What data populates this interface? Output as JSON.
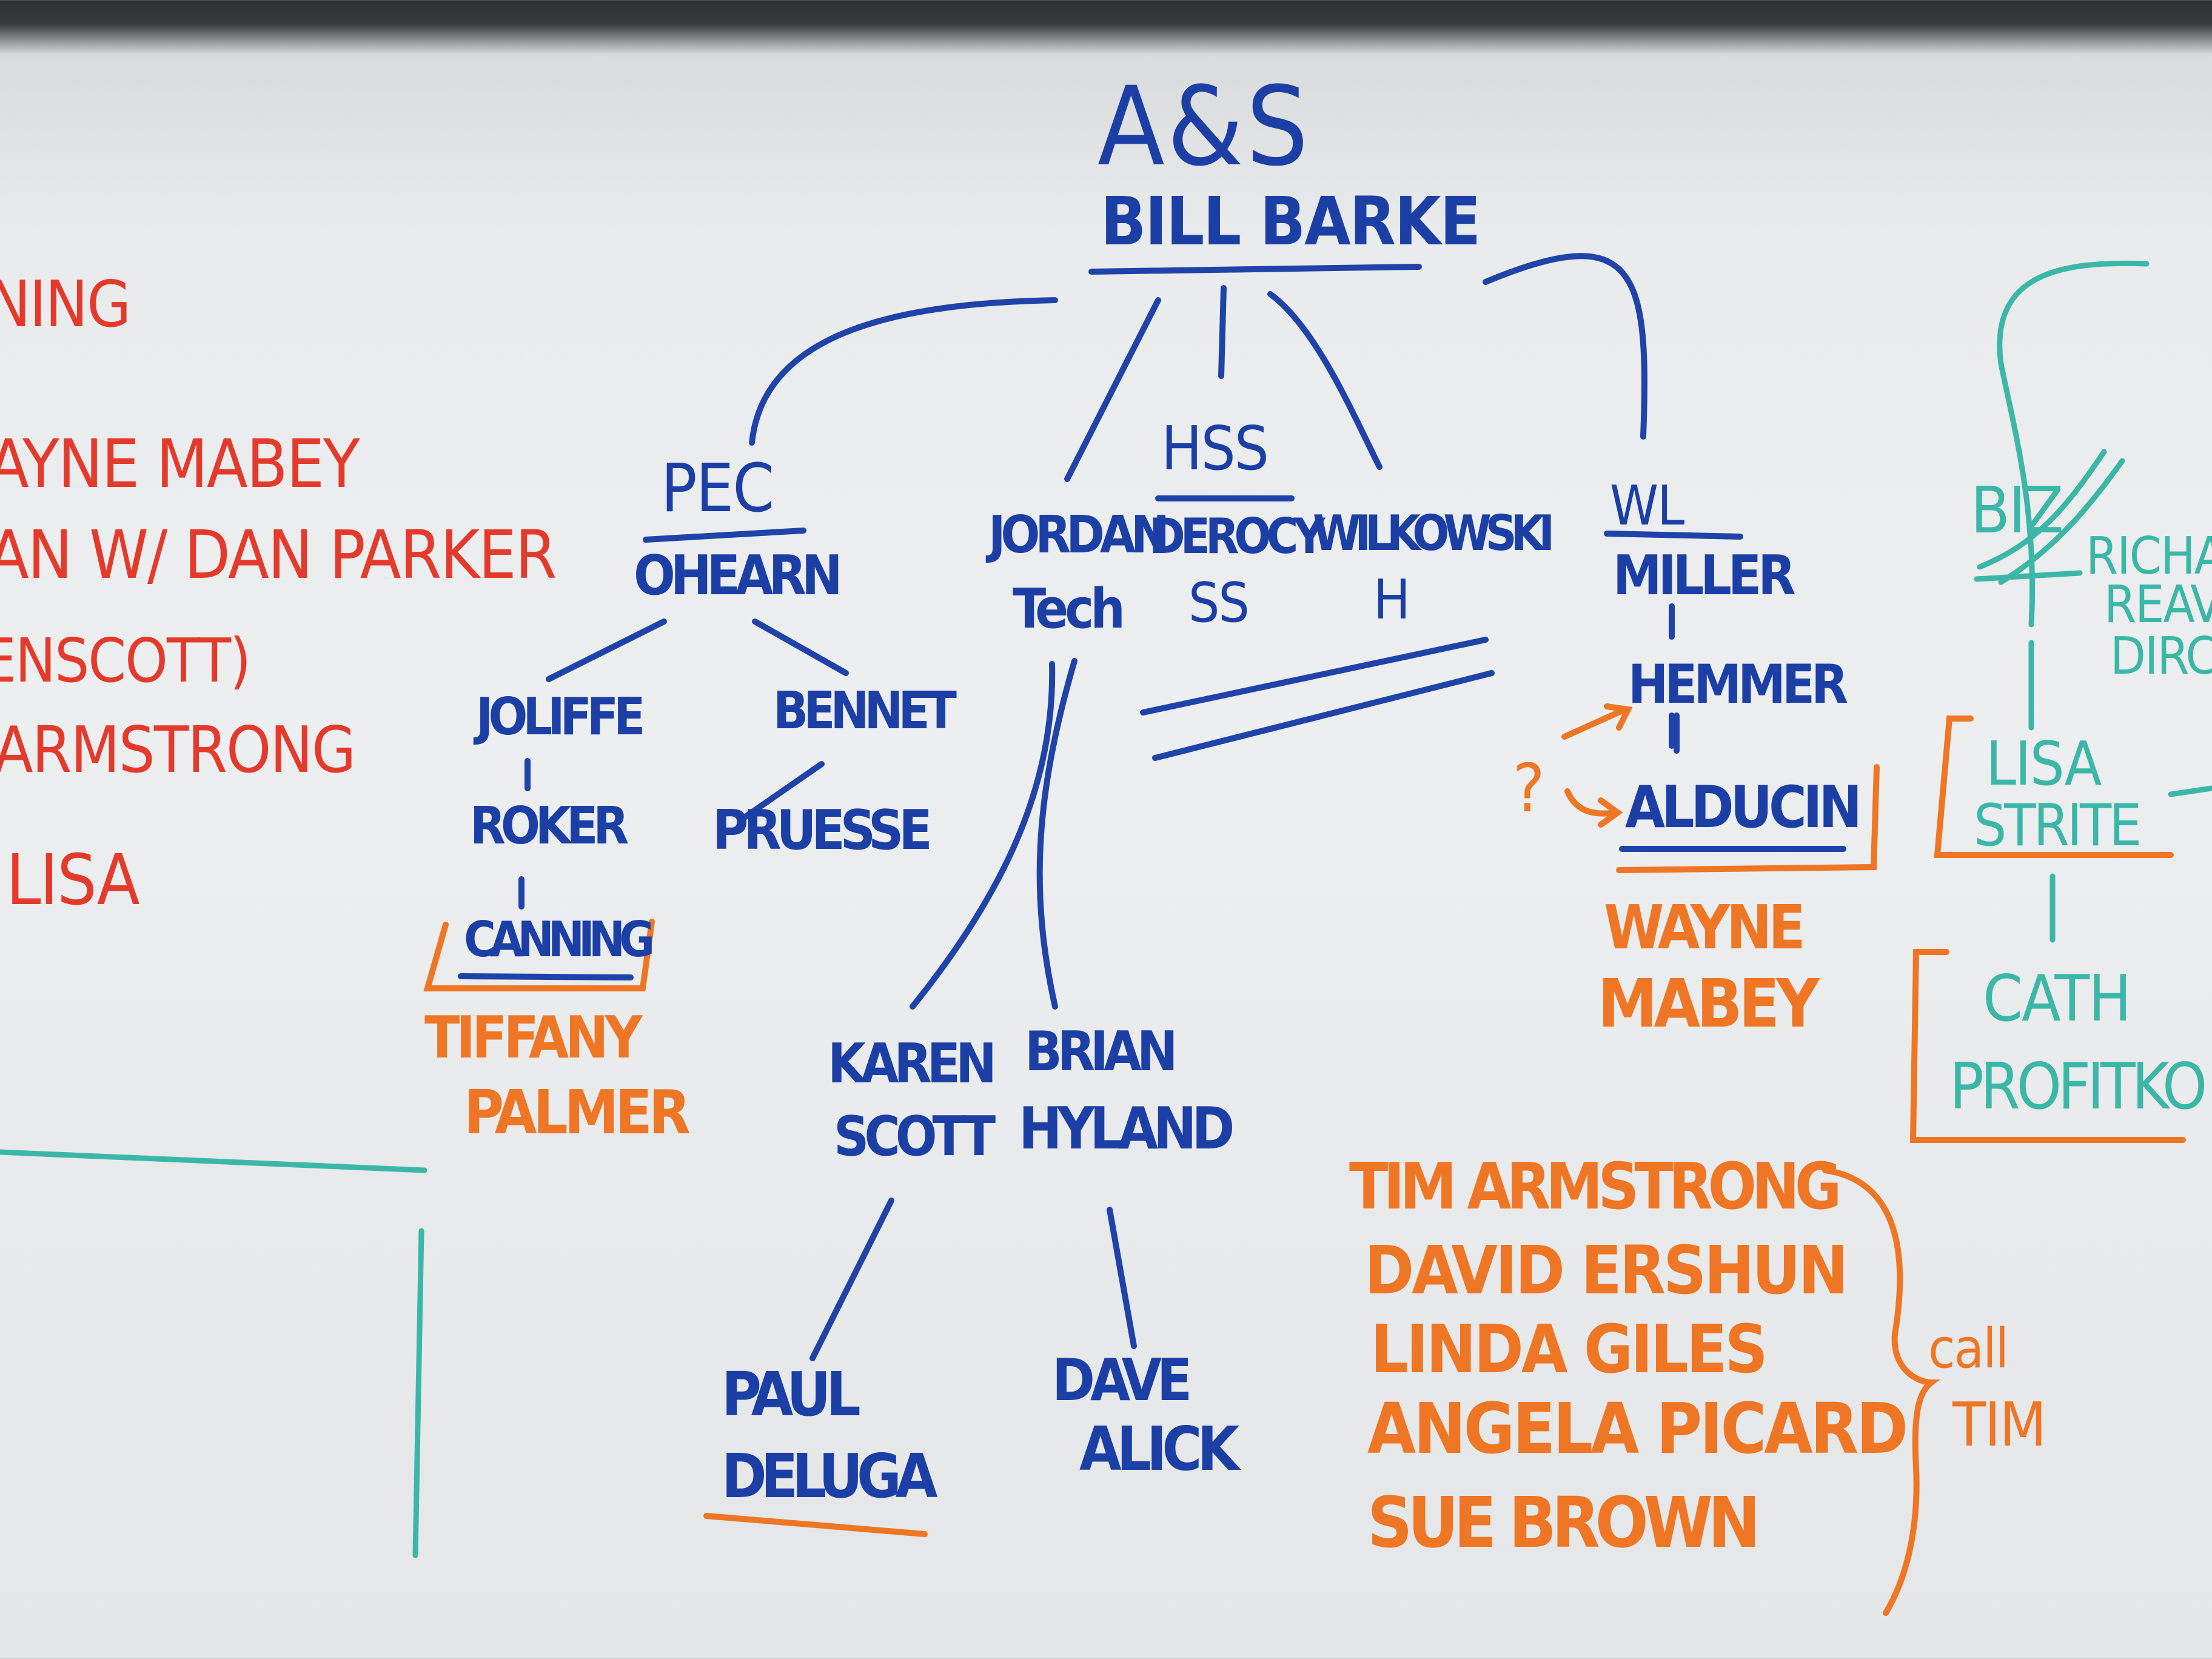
{
  "board": {
    "header": "A&S",
    "head": "BILL BARKE",
    "nodes": {
      "pec": "PEC",
      "ohearn": "OHEARN",
      "joliffe": "JOLIFFE",
      "roker": "ROKER",
      "canning": "CANNING",
      "bennet": "BENNET",
      "pruesse": "PRUESSE",
      "jordan": "JORDAN",
      "jordan_sub": "Tech",
      "hss": "HSS",
      "derocy": "DEROCY",
      "derocy_sub": "SS",
      "wilkowski": "WILKOWSKI",
      "wilkowski_sub": "H",
      "wl": "WL",
      "miller": "MILLER",
      "hemmer": "HEMMER",
      "alducin": "ALDUCIN",
      "question": "?",
      "karen_1": "KAREN",
      "karen_2": "SCOTT",
      "brian_1": "BRIAN",
      "brian_2": "HYLAND",
      "paul_1": "PAUL",
      "paul_2": "DELUGA",
      "dave_1": "DAVE",
      "dave_2": "ALICK"
    },
    "orange": {
      "tiffany_1": "TIFFANY",
      "tiffany_2": "PALMER",
      "wayne_1": "WAYNE",
      "wayne_2": "MABEY",
      "list": [
        "TIM ARMSTRONG",
        "DAVID ERSHUN",
        "LINDA GILES",
        "ANGELA PICARD",
        "SUE BROWN"
      ]
    },
    "call_tim_1": "call",
    "call_tim_2": "TIM",
    "left_notes": [
      "NING",
      "AYNE MABEY",
      "AN W/ DAN PARKER",
      "ENSCOTT)",
      "ARMSTRONG",
      "LISA"
    ],
    "teal": {
      "biz": "BIZ",
      "rich_1": "RICHA",
      "rich_2": "REAV",
      "rich_3": "DIRC",
      "lisa_1": "LISA",
      "lisa_2": "STRITE",
      "cath_1": "CATH",
      "cath_2": "PROFITKO"
    }
  }
}
